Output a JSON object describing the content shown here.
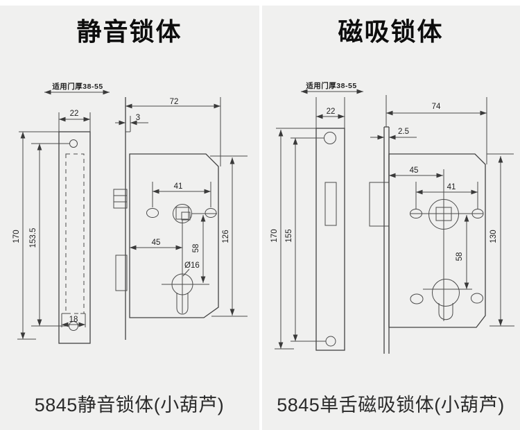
{
  "left_panel": {
    "title": "静音锁体",
    "door_note": "适用门厚38-55",
    "caption": "5845静音锁体(小葫芦)",
    "dims": {
      "faceplate_width": "22",
      "faceplate_height": "170",
      "screw_hole_spacing": "153.5",
      "bottom_hole_width": "18",
      "body_width": "72",
      "faceplate_thickness": "3",
      "handle_hole_spacing": "41",
      "backset": "45",
      "spindle_to_cylinder": "58",
      "body_height": "126",
      "cylinder_diameter": "Ø16"
    }
  },
  "right_panel": {
    "title": "磁吸锁体",
    "door_note": "适用门厚38-55",
    "caption": "5845单舌磁吸锁体(小葫芦)",
    "dims": {
      "faceplate_width": "22",
      "faceplate_height": "170",
      "screw_hole_spacing": "155",
      "body_width": "74",
      "faceplate_thickness": "2.5",
      "handle_hole_spacing": "41",
      "backset": "45",
      "spindle_to_cylinder": "58",
      "body_height": "130"
    }
  },
  "colors": {
    "background": "#f0f0ef",
    "line": "#4a4a4a",
    "text": "#1f1f1f",
    "divider": "#ffffff"
  }
}
